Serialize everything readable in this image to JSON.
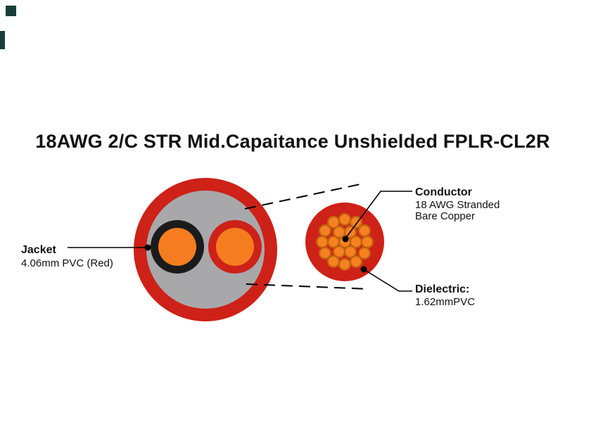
{
  "title": "18AWG 2/C STR Mid.Capaitance Unshielded FPLR-CL2R",
  "callouts": {
    "jacket": {
      "title": "Jacket",
      "desc": "4.06mm PVC (Red)"
    },
    "conductor": {
      "title": "Conductor",
      "desc_line1": "18 AWG Stranded",
      "desc_line2": "Bare Copper"
    },
    "dielectric": {
      "title": "Dielectric:",
      "desc": "1.62mmPVC"
    }
  },
  "colors": {
    "jacket_red": "#ce2118",
    "filler_gray": "#a8a8aa",
    "insulation_black": "#1b1b1b",
    "core_orange": "#f57d1f",
    "dielectric_red": "#ce2118",
    "strand_fill": "#f58220",
    "strand_stroke": "#c2620e",
    "line_color": "#000000",
    "corner_mark": "#173f38"
  }
}
